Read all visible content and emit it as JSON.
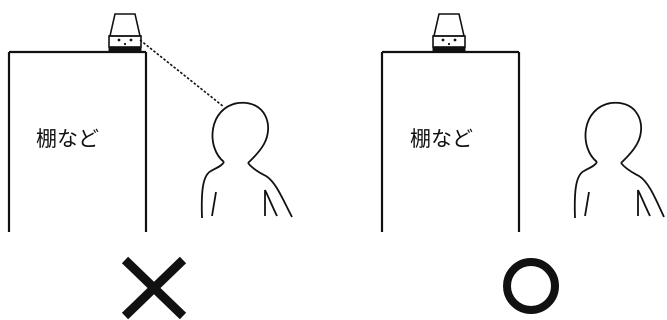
{
  "panels": [
    {
      "shelf_label": "棚など",
      "verdict": "incorrect",
      "verdict_symbol": "cross-mark"
    },
    {
      "shelf_label": "棚など",
      "verdict": "correct",
      "verdict_symbol": "circle-mark"
    }
  ],
  "colors": {
    "line": "#111111",
    "background": "#ffffff"
  }
}
